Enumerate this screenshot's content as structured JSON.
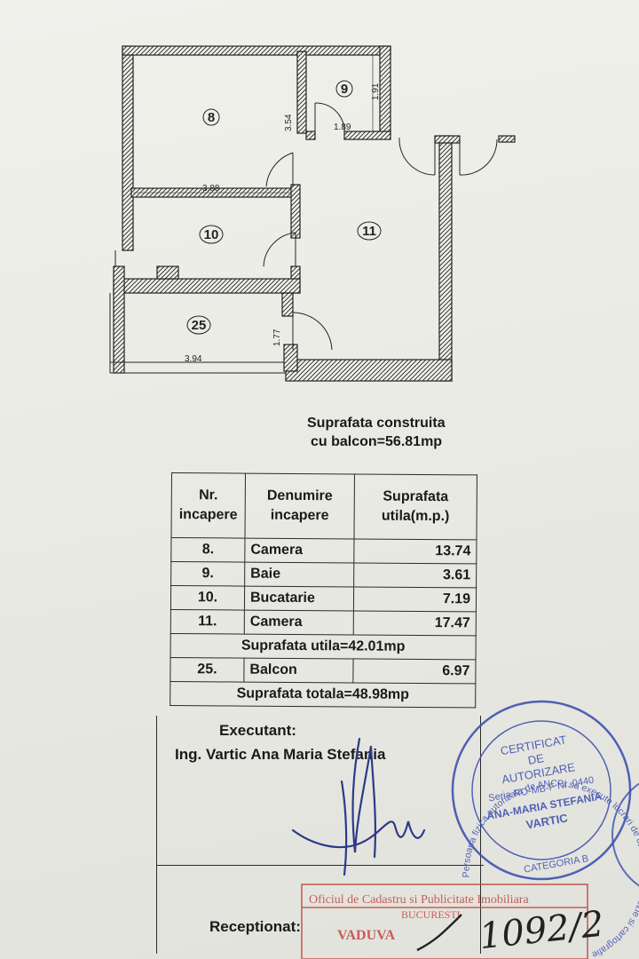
{
  "rooms_on_plan": [
    "8",
    "9",
    "10",
    "11",
    "25"
  ],
  "dimensions": [
    "1.91",
    "1.89",
    "3.54",
    "3.88",
    "1.77",
    "3.94"
  ],
  "summary": {
    "line1": "Suprafata construita",
    "line2": "cu balcon=56.81mp"
  },
  "table": {
    "headers": [
      "Nr. incapere",
      "Denumire incapere",
      "Suprafata utila(m.p.)"
    ],
    "rows": [
      {
        "nr": "8.",
        "name": "Camera",
        "area": "13.74"
      },
      {
        "nr": "9.",
        "name": "Baie",
        "area": "3.61"
      },
      {
        "nr": "10.",
        "name": "Bucatarie",
        "area": "7.19"
      },
      {
        "nr": "11.",
        "name": "Camera",
        "area": "17.47"
      }
    ],
    "utila_total": "Suprafata utila=42.01mp",
    "balcony": {
      "nr": "25.",
      "name": "Balcon",
      "area": "6.97"
    },
    "grand_total": "Suprafata totala=48.98mp"
  },
  "executant": {
    "label": "Executant:",
    "name": "Ing. Vartic Ana Maria Stefania"
  },
  "receptionat_label": "Receptionat:",
  "stamp_blue": {
    "ring": "Persoana fizica autorizata de ANCPI sa execute lucrari de cadastru, geodezie si cartografie",
    "center": [
      "CERTIFICAT",
      "DE",
      "AUTORIZARE",
      "Seria RO-MB-F Nr. 0440",
      "ANA-MARIA STEFANIA",
      "VARTIC"
    ],
    "bottom": "CATEGORIA B"
  },
  "stamp_red": {
    "line1": "Oficiul de Cadastru si Publicitate Imobiliara",
    "line2": "BUCURESTI",
    "line3": "VADUVA"
  },
  "handwriting": "1092/2",
  "colors": {
    "paper": "#ececE6",
    "ink": "#1a1a1a",
    "stamp_blue": "#3a4fb0",
    "stamp_red": "#c0473f"
  }
}
